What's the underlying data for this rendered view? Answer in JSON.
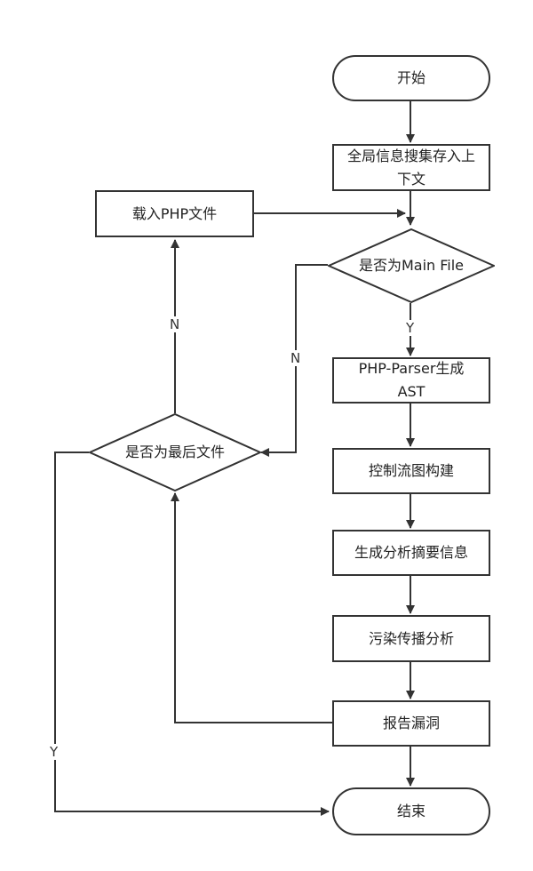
{
  "nodes": {
    "start": "开始",
    "collect": "全局信息搜集存入上下文",
    "load_php": "载入PHP文件",
    "is_main": "是否为Main File",
    "parser": "PHP-Parser生成AST",
    "is_last": "是否为最后文件",
    "cfg": "控制流图构建",
    "summary": "生成分析摘要信息",
    "taint": "污染传播分析",
    "report": "报告漏洞",
    "end": "结束"
  },
  "edge_labels": {
    "main_yes": "Y",
    "main_no": "N",
    "last_no": "N",
    "last_yes": "Y"
  },
  "colors": {
    "line": "#333333",
    "border": "#333333",
    "text": "#222222"
  }
}
